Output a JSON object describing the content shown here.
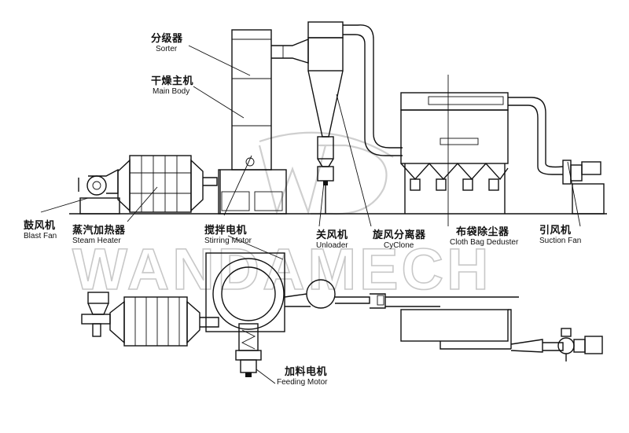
{
  "labels": {
    "sorter": {
      "zh": "分级器",
      "en": "Sorter"
    },
    "main_body": {
      "zh": "干燥主机",
      "en": "Main Body"
    },
    "blast_fan": {
      "zh": "鼓风机",
      "en": "Blast Fan"
    },
    "steam_heater": {
      "zh": "蒸汽加热器",
      "en": "Steam Heater"
    },
    "stirring_motor": {
      "zh": "搅拌电机",
      "en": "Stirring Motor"
    },
    "unloader": {
      "zh": "关风机",
      "en": "Unloader"
    },
    "cyclone": {
      "zh": "旋风分离器",
      "en": "CyClone"
    },
    "bag_deduster": {
      "zh": "布袋除尘器",
      "en": "Cloth Bag Deduster"
    },
    "suction_fan": {
      "zh": "引风机",
      "en": "Suction Fan"
    },
    "feeding_motor": {
      "zh": "加料电机",
      "en": "Feeding Motor"
    }
  },
  "watermark": {
    "text": "WANDAMECH",
    "logo": "WD"
  },
  "colors": {
    "line": "#111111",
    "watermark": "#c8c8c8"
  }
}
